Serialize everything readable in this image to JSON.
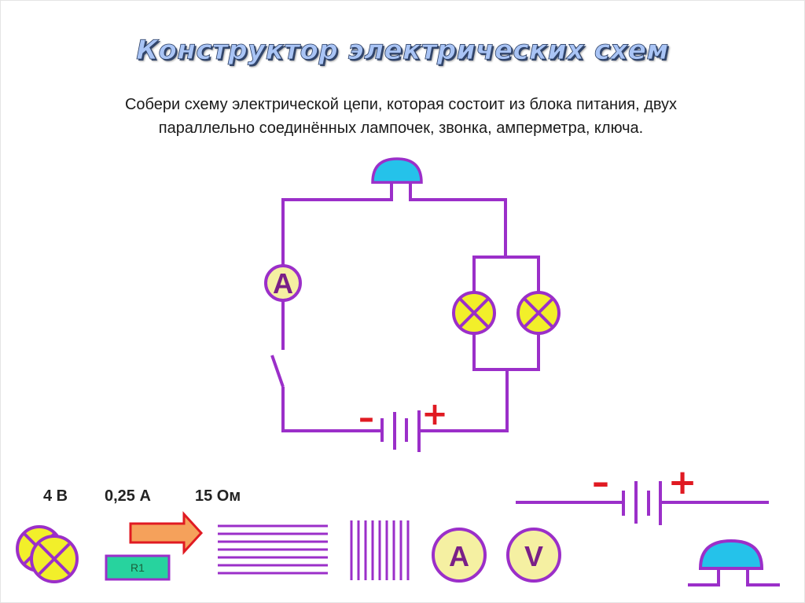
{
  "slide": {
    "title": "Конструктор электрических схем",
    "task_line1": "Собери схему электрической цепи, которая состоит из блока питания, двух",
    "task_line2": "параллельно соединённых лампочек,  звонка, амперметра, ключа."
  },
  "circuit": {
    "ammeter_letter": "A",
    "minus_sign": "–",
    "plus_sign": "+"
  },
  "toolbox": {
    "voltage_label": "4 В",
    "current_label": "0,25 А",
    "resistance_label": "15 Ом",
    "resistor_label": "R1",
    "ammeter_letter": "A",
    "voltmeter_letter": "V",
    "minus_sign": "–",
    "plus_sign": "+"
  },
  "colors": {
    "wire": "#9b2fc9",
    "lamp_fill": "#f2ef2a",
    "bell_fill": "#25c2ea",
    "meter_fill": "#f5f0a2",
    "resistor_fill": "#27d39e",
    "arrow_fill": "#f5a15b",
    "sign": "#e01a22"
  },
  "icons": [
    "bell-icon",
    "ammeter-icon",
    "lamp-icon",
    "switch-icon",
    "battery-icon",
    "arrow-icon",
    "resistor-icon",
    "rheostat-icon",
    "voltmeter-icon"
  ]
}
